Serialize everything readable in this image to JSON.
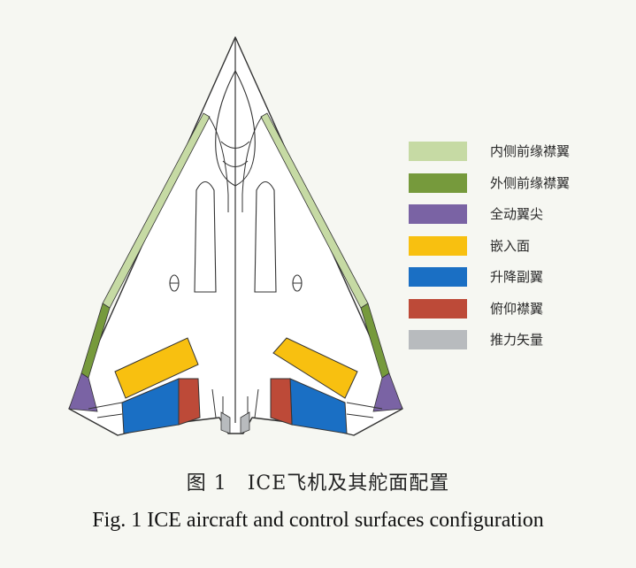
{
  "legend": {
    "items": [
      {
        "label": "内侧前缘襟翼",
        "color": "#c6daa4"
      },
      {
        "label": "外侧前缘襟翼",
        "color": "#769a3c"
      },
      {
        "label": "全动翼尖",
        "color": "#7a63a4"
      },
      {
        "label": "嵌入面",
        "color": "#f8c010"
      },
      {
        "label": "升降副翼",
        "color": "#1a6fc4"
      },
      {
        "label": "俯仰襟翼",
        "color": "#bd4a38"
      },
      {
        "label": "推力矢量",
        "color": "#b8bbbe"
      }
    ]
  },
  "caption": {
    "cn": "图 1　ICE飞机及其舵面配置",
    "en": "Fig. 1 ICE aircraft and control surfaces configuration"
  }
}
